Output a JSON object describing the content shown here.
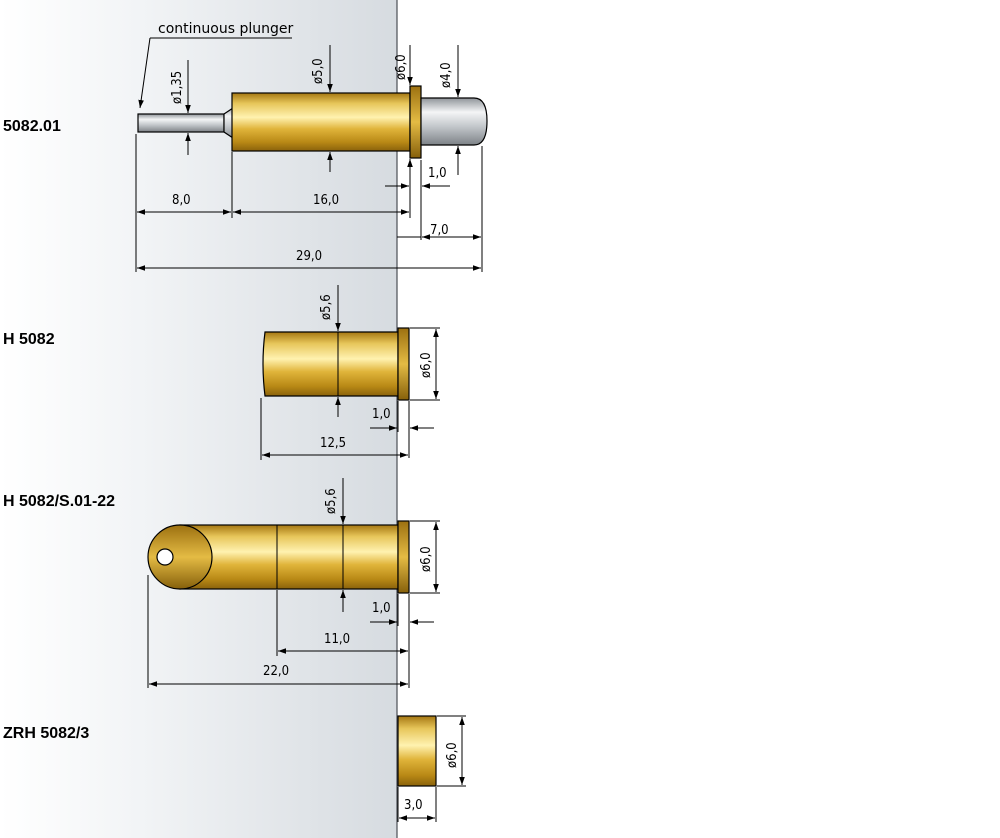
{
  "parts": [
    {
      "name": "5082.01",
      "annotation": "continuous plunger",
      "dims": {
        "d_tip": "ø1,35",
        "d_body": "ø5,0",
        "d_collar": "ø6,0",
        "d_head": "ø4,0",
        "collar_len": "1,0",
        "tip_len": "8,0",
        "body_len": "16,0",
        "head_len": "7,0",
        "total_len": "29,0"
      }
    },
    {
      "name": "H 5082",
      "dims": {
        "d_body": "ø5,6",
        "d_collar": "ø6,0",
        "collar_len": "1,0",
        "length": "12,5"
      }
    },
    {
      "name": "H 5082/S.01-22",
      "dims": {
        "d_body": "ø5,6",
        "d_collar": "ø6,0",
        "collar_len": "1,0",
        "length_short": "11,0",
        "length_total": "22,0"
      }
    },
    {
      "name": "ZRH 5082/3",
      "dims": {
        "d_body": "ø6,0",
        "length": "3,0"
      }
    }
  ],
  "colors": {
    "brass": "#d9a82a",
    "steel": "#c7cacd",
    "panel": "#dde2e6"
  }
}
